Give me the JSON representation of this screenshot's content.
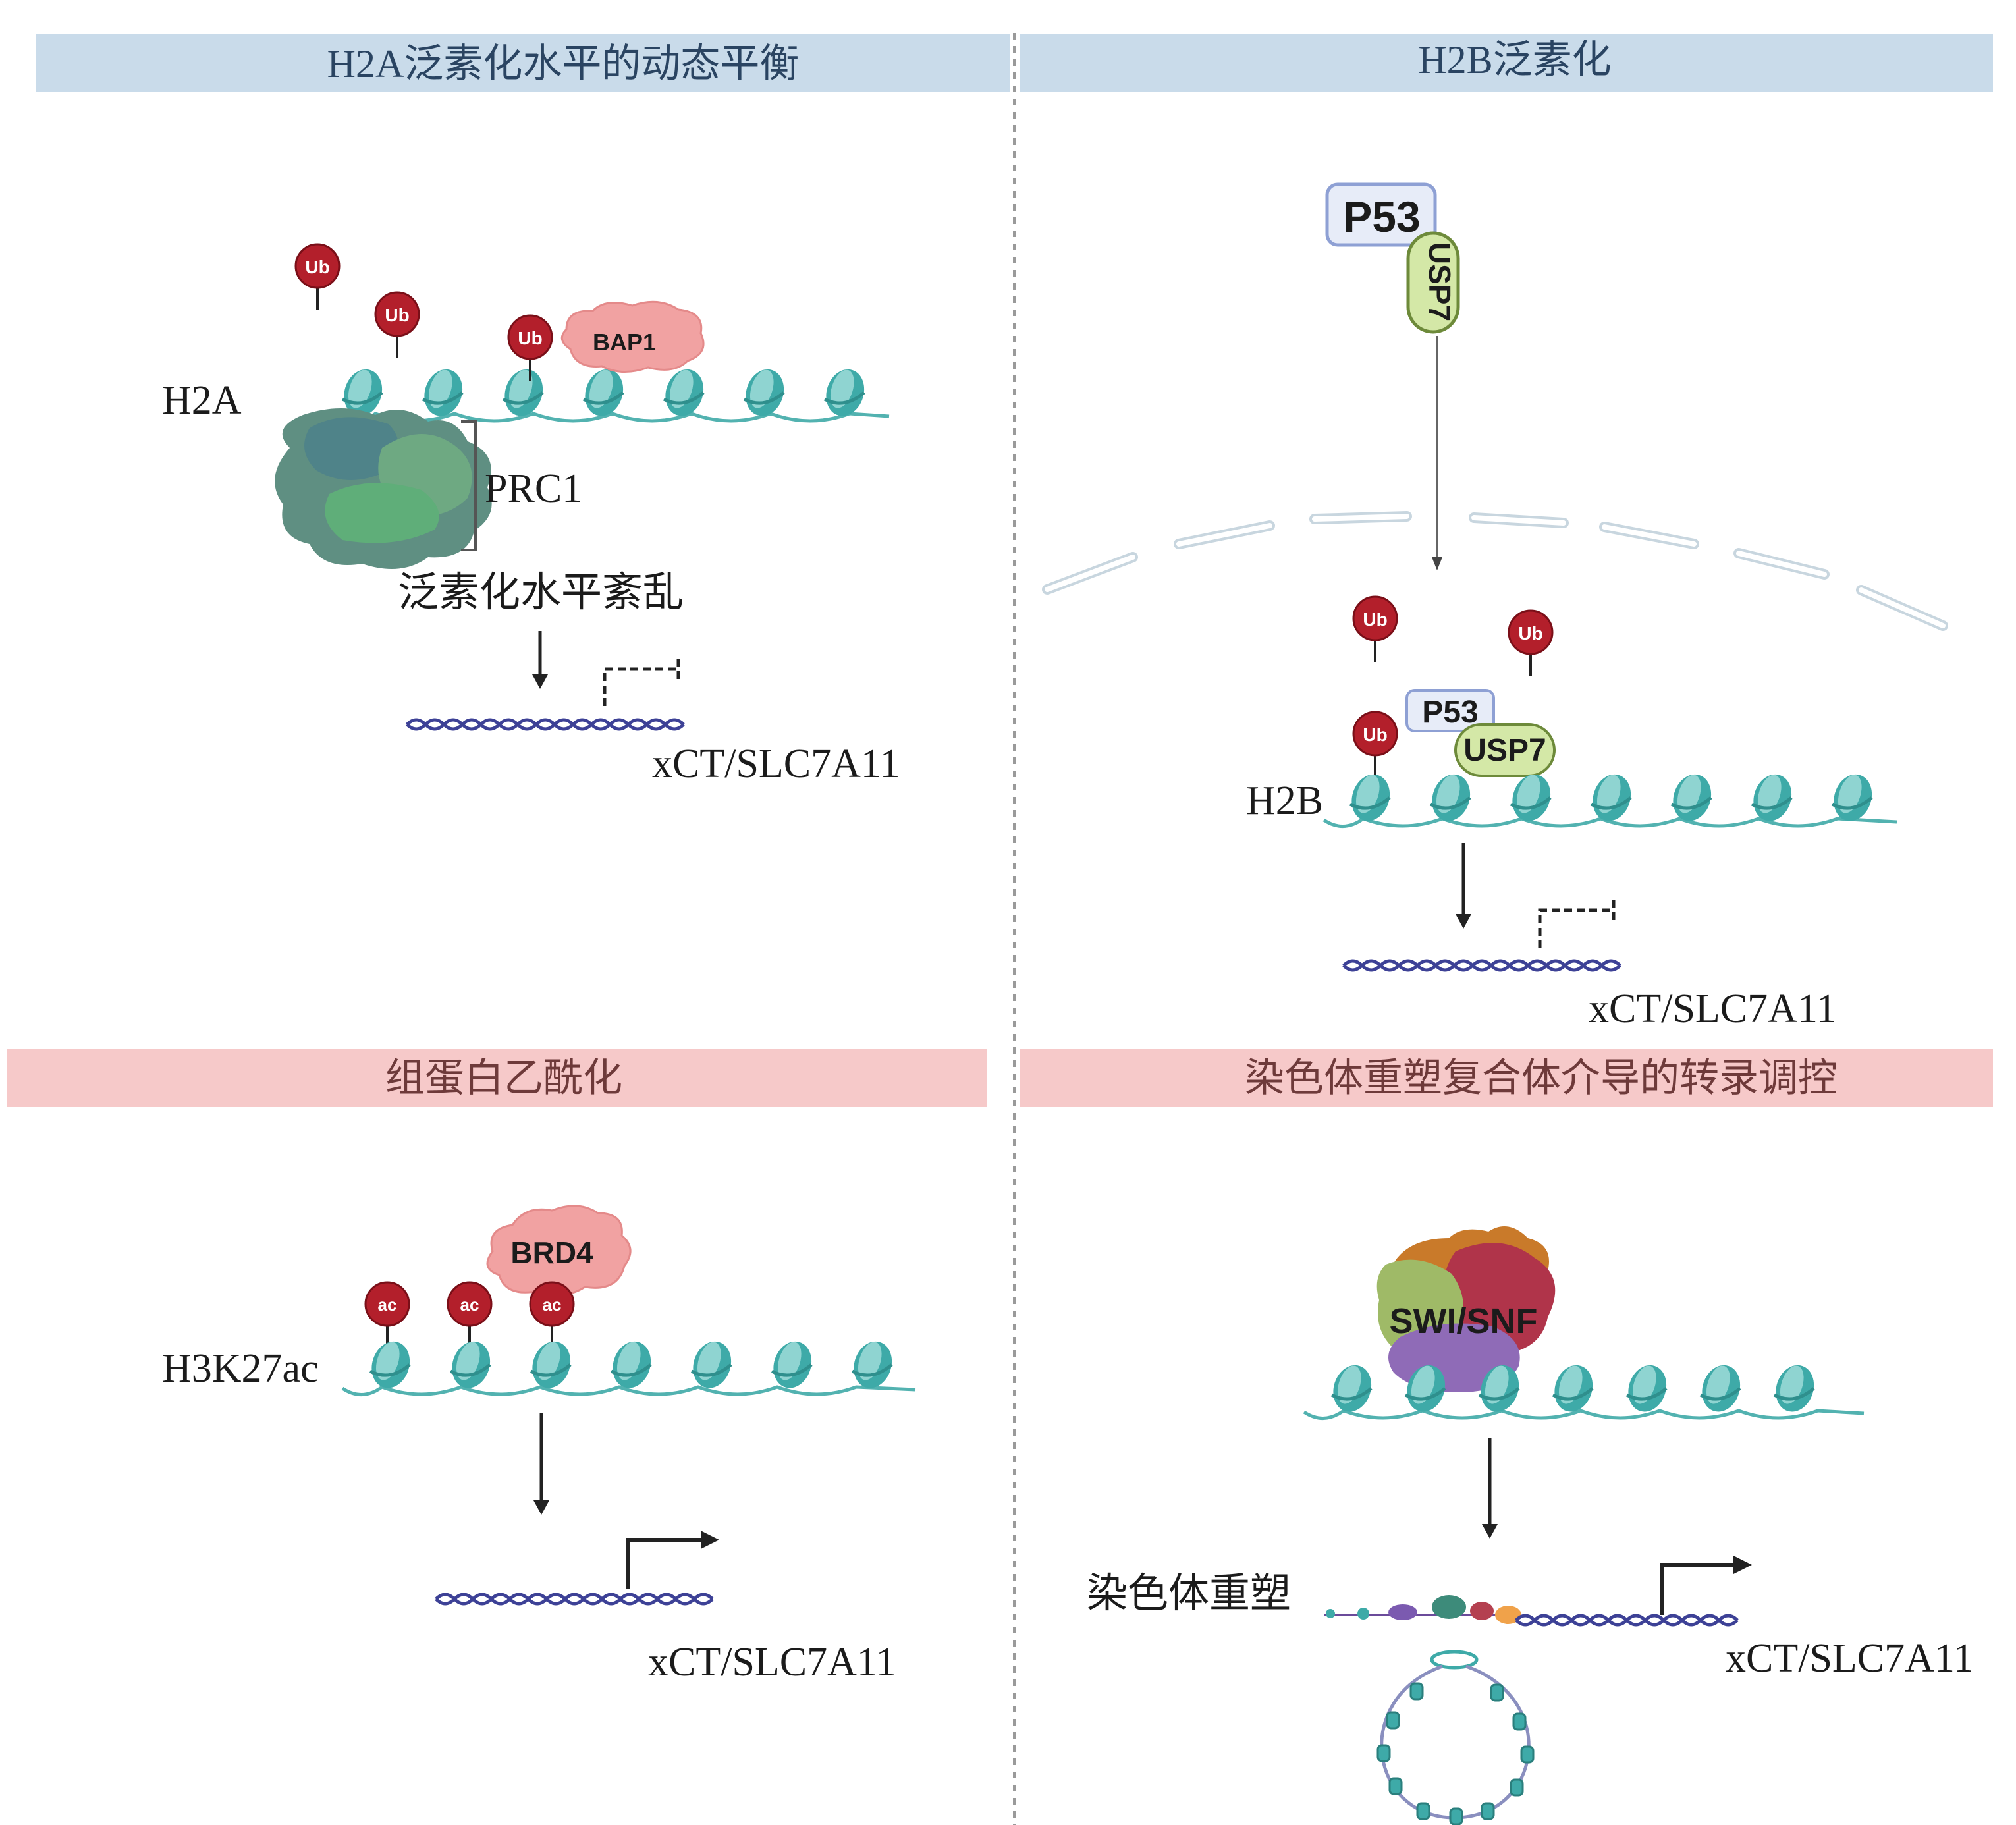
{
  "panels": [
    {
      "id": "h2a",
      "title": "H2A泛素化水平的动态平衡",
      "header_color": "#c9dbea",
      "histone_label": "H2A",
      "complex_label": "PRC1",
      "enzyme_label": "BAP1",
      "mark_label": "Ub",
      "outcome_label": "泛素化水平紊乱",
      "gene_label": "xCT/SLC7A11",
      "transcription": "repressed"
    },
    {
      "id": "h2b",
      "title": "H2B泛素化",
      "header_color": "#c9dbea",
      "histone_label": "H2B",
      "protein_labels": [
        "P53",
        "USP7"
      ],
      "mark_label": "Ub",
      "gene_label": "xCT/SLC7A11",
      "transcription": "repressed"
    },
    {
      "id": "acetyl",
      "title": "组蛋白乙酰化",
      "header_color": "#f6c9c9",
      "histone_label": "H3K27ac",
      "reader_label": "BRD4",
      "mark_label": "ac",
      "gene_label": "xCT/SLC7A11",
      "transcription": "activated"
    },
    {
      "id": "remodel",
      "title": "染色体重塑复合体介导的转录调控",
      "header_color": "#f6c9c9",
      "complex_label": "SWI/SNF",
      "outcome_label": "染色体重塑",
      "gene_label": "xCT/SLC7A11",
      "transcription": "activated"
    }
  ],
  "colors": {
    "nucleosome": "#3eaaa8",
    "fiber": "#52b2b0",
    "mark": "#b31f2b",
    "dna": "#3d4196",
    "enzyme": "#f1a2a2",
    "usp7": "#d4e8a7",
    "p53": "#e7ecf8",
    "prc1": "#5e9b7a",
    "nuclear_envelope": "#c8d6df"
  },
  "icons": [
    "ubiquitin-mark-icon",
    "acetyl-mark-icon",
    "nucleosome-icon",
    "prc1-complex-icon",
    "swi-snf-complex-icon",
    "nuclear-envelope-icon",
    "dna-helix-icon",
    "promoter-arrow-icon",
    "repressed-promoter-icon",
    "chromatin-loop-icon"
  ]
}
